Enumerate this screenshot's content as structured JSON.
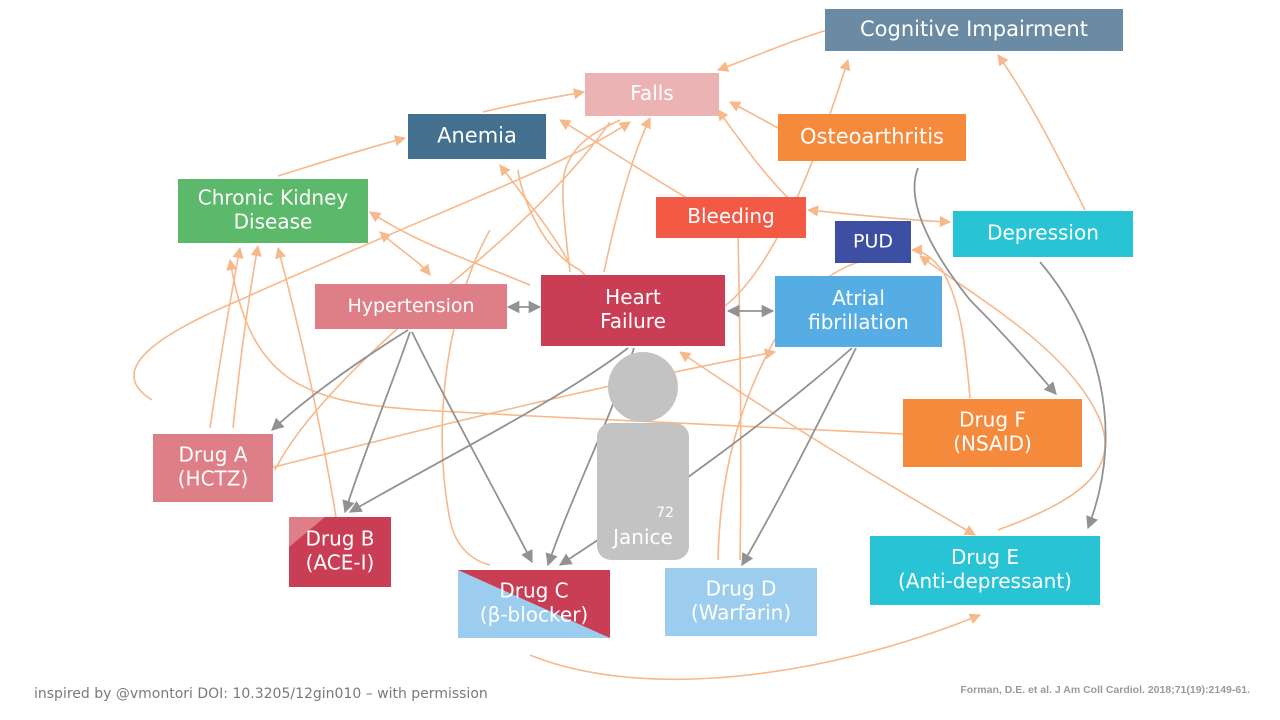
{
  "nodes": {
    "cognitive_impairment": {
      "lines": [
        "Cognitive Impairment"
      ],
      "color": "#6b8aa3"
    },
    "falls": {
      "lines": [
        "Falls"
      ],
      "color": "#ecb3b5"
    },
    "anemia": {
      "lines": [
        "Anemia"
      ],
      "color": "#44708f"
    },
    "osteoarthritis": {
      "lines": [
        "Osteoarthritis"
      ],
      "color": "#f58a3c"
    },
    "ckd": {
      "lines": [
        "Chronic Kidney",
        "Disease"
      ],
      "color": "#5cb86a"
    },
    "bleeding": {
      "lines": [
        "Bleeding"
      ],
      "color": "#f25a45"
    },
    "pud": {
      "lines": [
        "PUD"
      ],
      "color": "#3d4fa3"
    },
    "depression": {
      "lines": [
        "Depression"
      ],
      "color": "#29c3d6"
    },
    "hypertension": {
      "lines": [
        "Hypertension"
      ],
      "color": "#de7e86"
    },
    "heart_failure": {
      "lines": [
        "Heart",
        "Failure"
      ],
      "color": "#c93e54"
    },
    "atrial_fibrillation": {
      "lines": [
        "Atrial",
        "fibrillation"
      ],
      "color": "#55ade3"
    },
    "drug_a": {
      "lines": [
        "Drug A",
        "(HCTZ)"
      ],
      "color": "#de7e86"
    },
    "drug_b": {
      "lines": [
        "Drug B",
        "(ACE-I)"
      ],
      "color": "#c93e54",
      "split_color": "#de7e86"
    },
    "drug_c": {
      "lines": [
        "Drug C",
        "(β-blocker)"
      ],
      "color": "#c93e54",
      "split_color": "#9dcdee"
    },
    "drug_d": {
      "lines": [
        "Drug D",
        "(Warfarin)"
      ],
      "color": "#9dcdee"
    },
    "drug_e": {
      "lines": [
        "Drug E",
        "(Anti-depressant)"
      ],
      "color": "#29c3d6"
    },
    "drug_f": {
      "lines": [
        "Drug F",
        "(NSAID)"
      ],
      "color": "#f58a3c"
    }
  },
  "patient": {
    "name": "Janice",
    "age": "72",
    "color": "#c3c3c3"
  },
  "edge_colors": {
    "adverse": "#f7b88b",
    "treatment": "#929292"
  },
  "footer": {
    "credit": "inspired by @vmontori DOI: 10.3205/12gin010 – with permission",
    "citation": "Forman, D.E. et al. J Am Coll Cardiol. 2018;71(19):2149-61."
  }
}
